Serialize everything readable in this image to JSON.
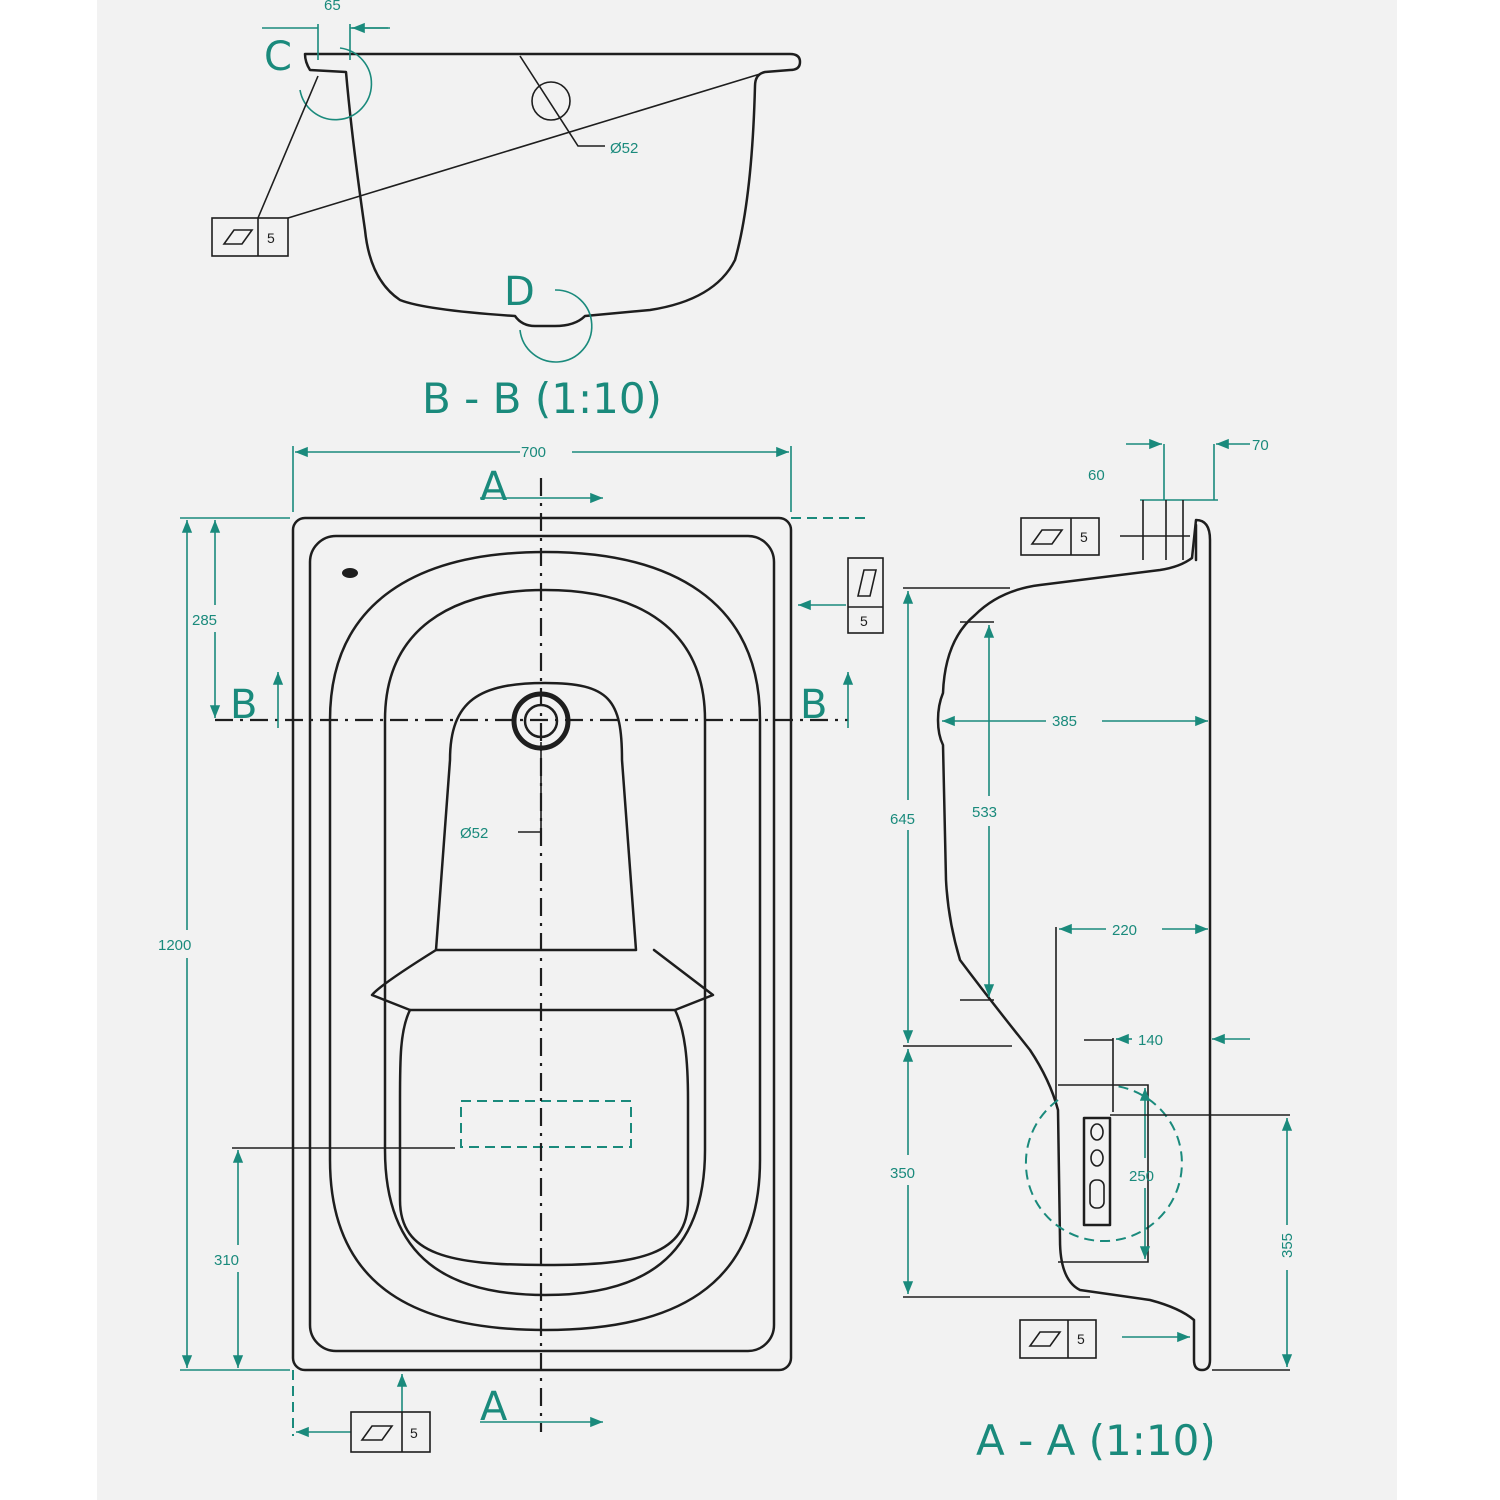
{
  "colors": {
    "accent": "#1a8a7c",
    "line": "#1e1e1e",
    "sheet": "#f2f2f2"
  },
  "section_bb": {
    "title": "B - B (1:10)",
    "detail_c": "C",
    "detail_d": "D",
    "dim_top": "65",
    "dim_hole": "Ø52"
  },
  "section_aa": {
    "title": "A - A (1:10)"
  },
  "plan": {
    "marker_a": "A",
    "marker_b": "B",
    "dim_width": "700",
    "dim_length": "1200",
    "dim_285": "285",
    "dim_310": "310",
    "dim_hole": "Ø52"
  },
  "side": {
    "dim_70": "70",
    "dim_60": "60",
    "dim_385": "385",
    "dim_645": "645",
    "dim_533": "533",
    "dim_220": "220",
    "dim_140": "140",
    "dim_350": "350",
    "dim_250": "250",
    "dim_355": "355"
  },
  "tolerance": {
    "value": "5"
  }
}
